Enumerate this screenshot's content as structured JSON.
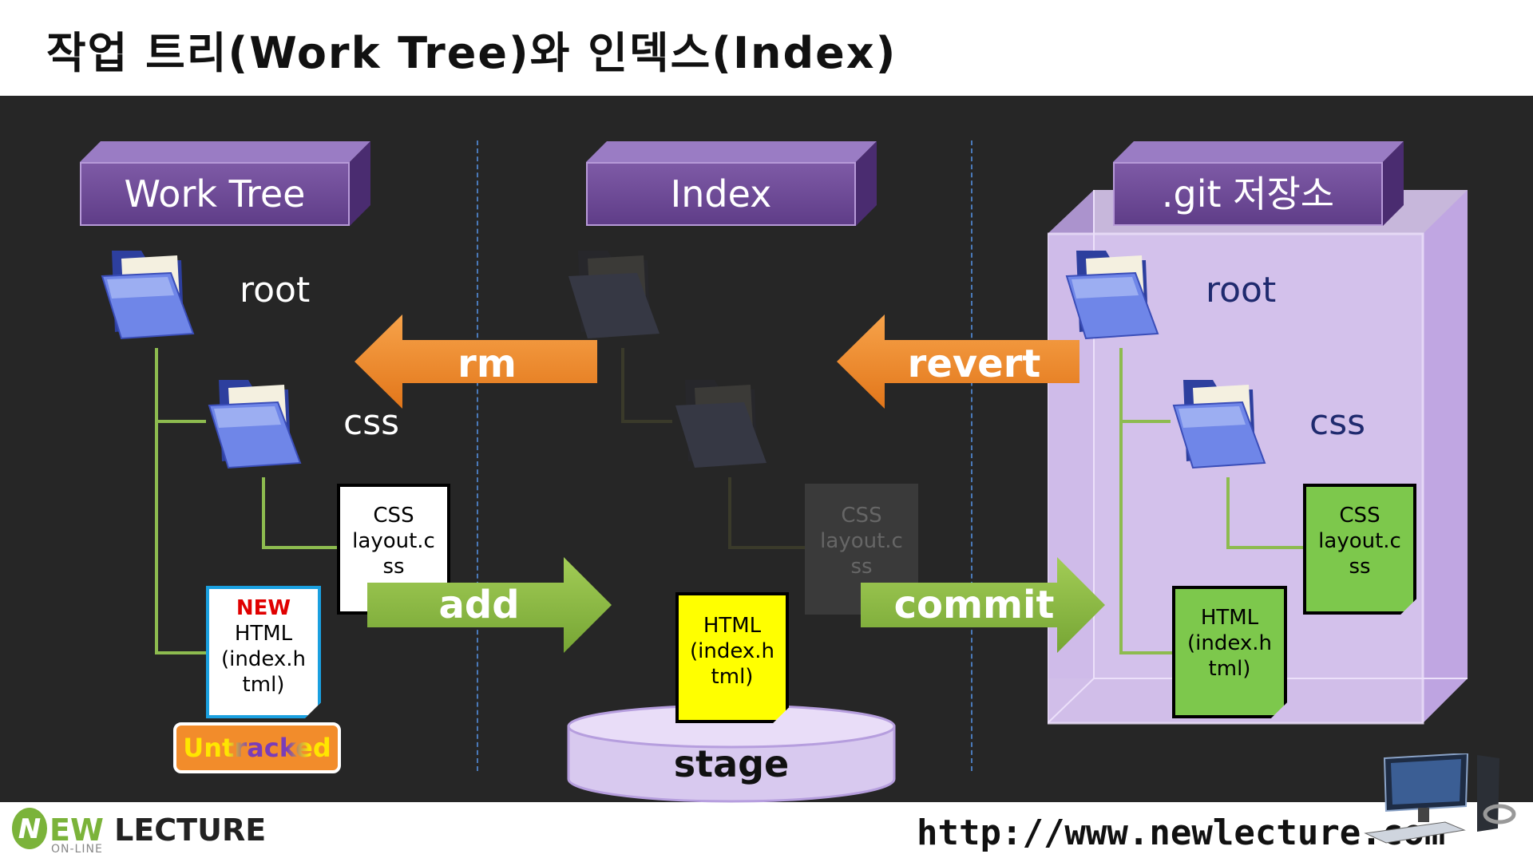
{
  "title": "작업 트리(Work Tree)와 인덱스(Index)",
  "columns": {
    "work_tree": "Work Tree",
    "index": "Index",
    "repository": ".git 저장소"
  },
  "tree_labels": {
    "root": "root",
    "css": "css"
  },
  "files": {
    "css_file": [
      "CSS",
      "layout.c",
      "ss"
    ],
    "html_file": [
      "HTML",
      "(index.h",
      "tml)"
    ],
    "new_badge": "NEW"
  },
  "arrows": {
    "rm": "rm",
    "revert": "revert",
    "add": "add",
    "commit": "commit"
  },
  "stage_label": "stage",
  "untracked": "Untracked",
  "footer": {
    "logo_n": "N",
    "logo_ew": "EW",
    "logo_lecture": " LECTURE",
    "logo_sub": "ON-LINE",
    "url": "http://www.newlecture.com"
  },
  "colors": {
    "background": "#262626",
    "header_purple": "#6b4796",
    "orange_arrow": "#f28c2b",
    "green_arrow": "#8dbb3f",
    "repo_fill": "#d9c8ef",
    "file_green": "#7dc84c",
    "file_yellow": "#ffff00",
    "new_red": "#e00000",
    "untracked_blue_border": "#1aa0e0"
  }
}
